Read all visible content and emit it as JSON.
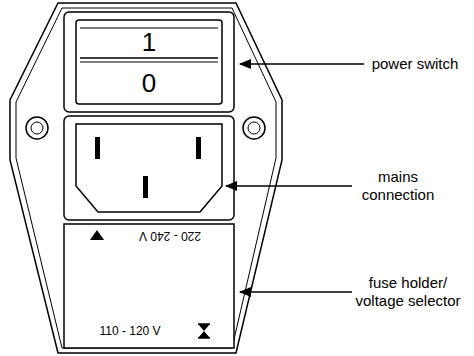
{
  "diagram": {
    "nodes": [
      {
        "text": [
          "1",
          "0"
        ]
      },
      {
        "text": [
          "220 - 240 V",
          "110 - 120 V"
        ]
      }
    ],
    "labels": [
      "power switch",
      "mains connection",
      "fuse holder/ voltage selector"
    ]
  }
}
